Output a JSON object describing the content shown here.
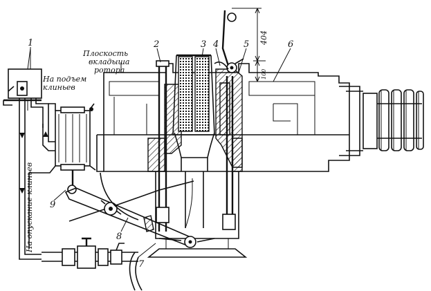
{
  "labels": {
    "n1": "1",
    "n2": "2",
    "n3": "3",
    "n4": "4",
    "n5": "5",
    "n6": "6",
    "n7": "7",
    "n8": "8",
    "n9": "9",
    "rotor_plane_1": "Плоскость",
    "rotor_plane_2": "вкладыша",
    "rotor_plane_3": "ротора",
    "wedge_up_1": "На подъем",
    "wedge_up_2": "клиньев",
    "wedge_down": "На опускание клиньев",
    "dim_404": "404",
    "dim_100": "100"
  },
  "colors": {
    "ink": "#111111",
    "paper": "#ffffff"
  }
}
